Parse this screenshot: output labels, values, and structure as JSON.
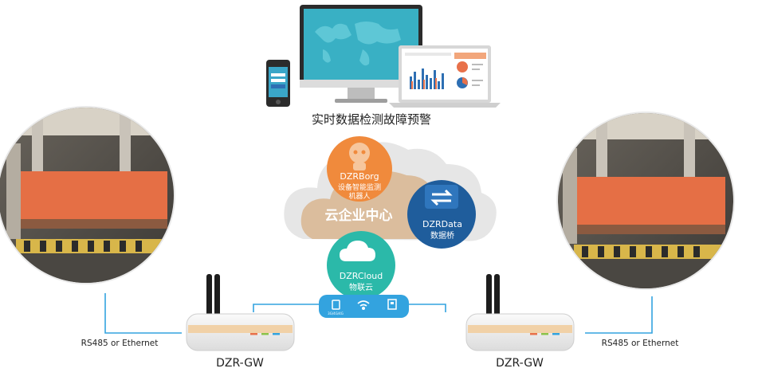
{
  "header": {
    "title": "实时数据检测故障预警"
  },
  "cloud_center": {
    "label": "云企业中心"
  },
  "nodes": {
    "borg": {
      "name": "DZRBorg",
      "desc_line1": "设备智能监测",
      "desc_line2": "机器人"
    },
    "data": {
      "name": "DZRData",
      "desc": "数据桥"
    },
    "cloud": {
      "name": "DZRCloud",
      "desc": "物联云"
    }
  },
  "network_bar": {
    "cell_label": "3G/4G/4G"
  },
  "gateways": {
    "left": {
      "label": "DZR-GW",
      "link_label": "RS485 or Ethernet"
    },
    "right": {
      "label": "DZR-GW",
      "link_label": "RS485 or Ethernet"
    }
  },
  "colors": {
    "orange": "#f08a3c",
    "blue_dark": "#1f5d9c",
    "green": "#2bb9a9",
    "light_blue": "#33a3df",
    "cloud_gray": "#e6e6e6",
    "cloud_beige": "#d9b895"
  }
}
